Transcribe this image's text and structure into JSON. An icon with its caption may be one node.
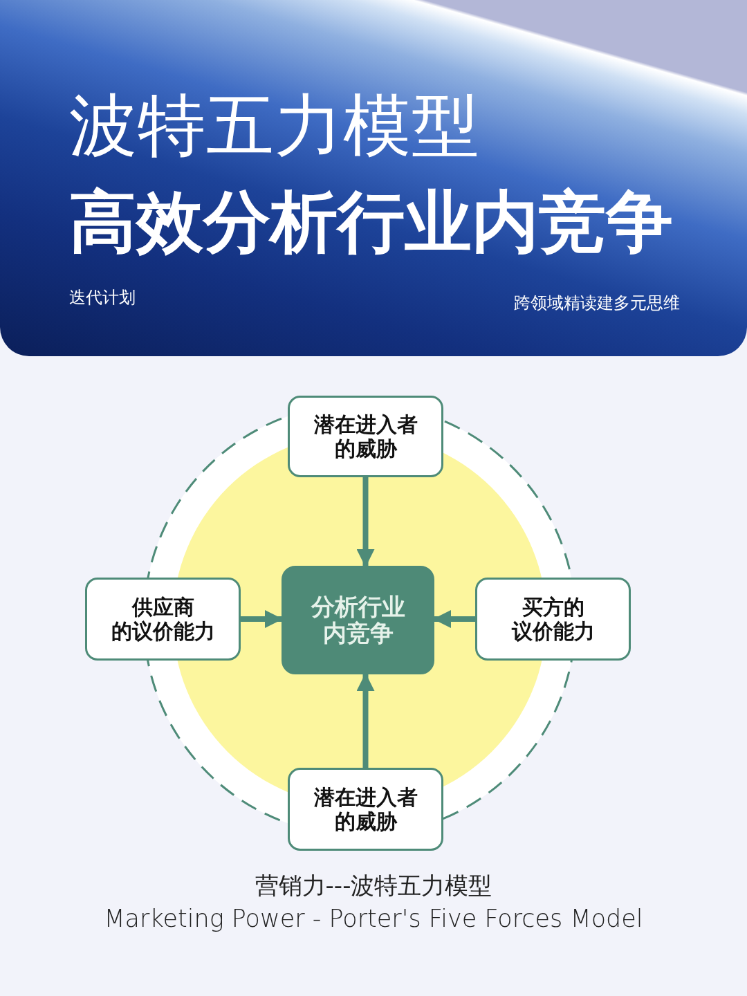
{
  "diagram": {
    "title": "波特五力模型",
    "nodes": [
      {
        "text": [
          "潜在进入者的威胁"
        ]
      },
      {
        "text": [
          "供应商的议价能力"
        ]
      },
      {
        "text": [
          "分析行业内竞争"
        ]
      },
      {
        "text": [
          "买方的议价能力"
        ]
      },
      {
        "text": [
          "潜在进入者的威胁"
        ]
      }
    ],
    "edges": [
      {
        "from": 0,
        "to": 2,
        "arrow": "to"
      },
      {
        "from": 1,
        "to": 2,
        "arrow": "to"
      },
      {
        "from": 3,
        "to": 2,
        "arrow": "to"
      },
      {
        "from": 4,
        "to": 2,
        "arrow": "to"
      }
    ],
    "labels": [
      "高效分析行业内竞争",
      "迭代计划",
      "跨领域精读建多元思维",
      "Marketing Power - Porter's Five Forces Model"
    ],
    "caption": "营销力---波特五力模型"
  }
}
